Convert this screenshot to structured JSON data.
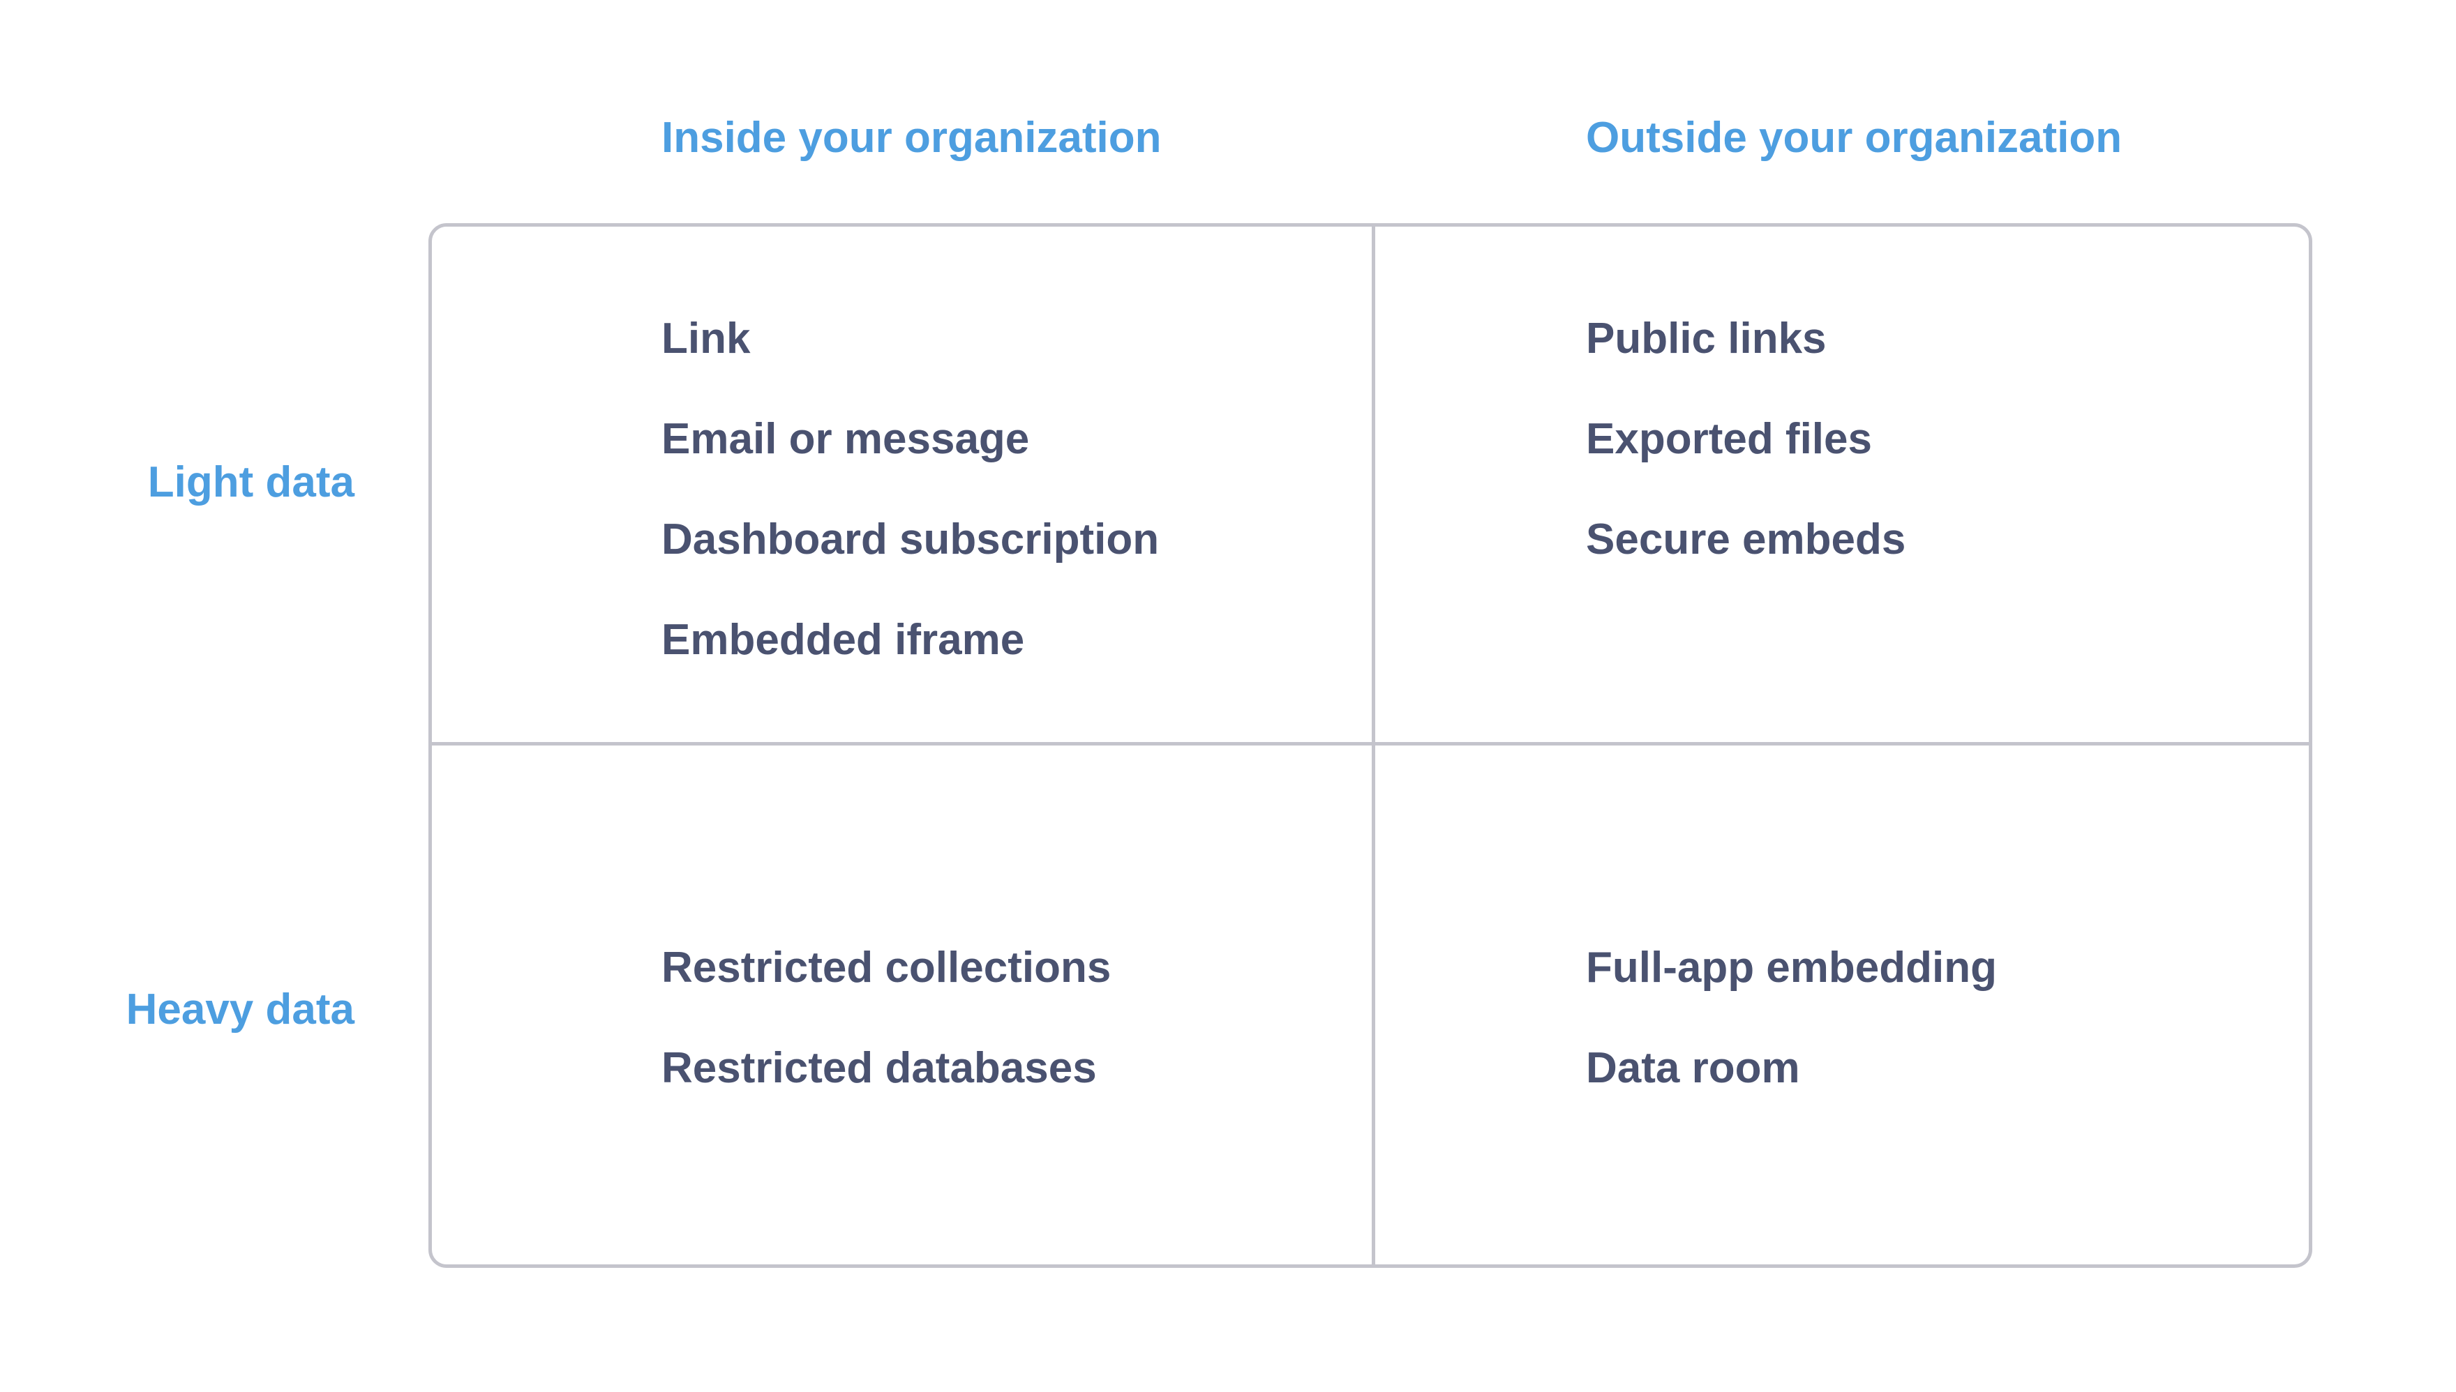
{
  "columns": {
    "inside": "Inside your organization",
    "outside": "Outside your organization"
  },
  "rows": {
    "light": "Light data",
    "heavy": "Heavy data"
  },
  "cells": {
    "inside_light": [
      "Link",
      "Email or message",
      "Dashboard subscription",
      "Embedded iframe"
    ],
    "outside_light": [
      "Public links",
      "Exported files",
      "Secure embeds"
    ],
    "inside_heavy": [
      "Restricted collections",
      "Restricted databases"
    ],
    "outside_heavy": [
      "Full-app embedding",
      "Data room"
    ]
  },
  "colors": {
    "header": "#4d9ee0",
    "item_text": "#4a5270",
    "grid_line": "#c4c4cc"
  }
}
